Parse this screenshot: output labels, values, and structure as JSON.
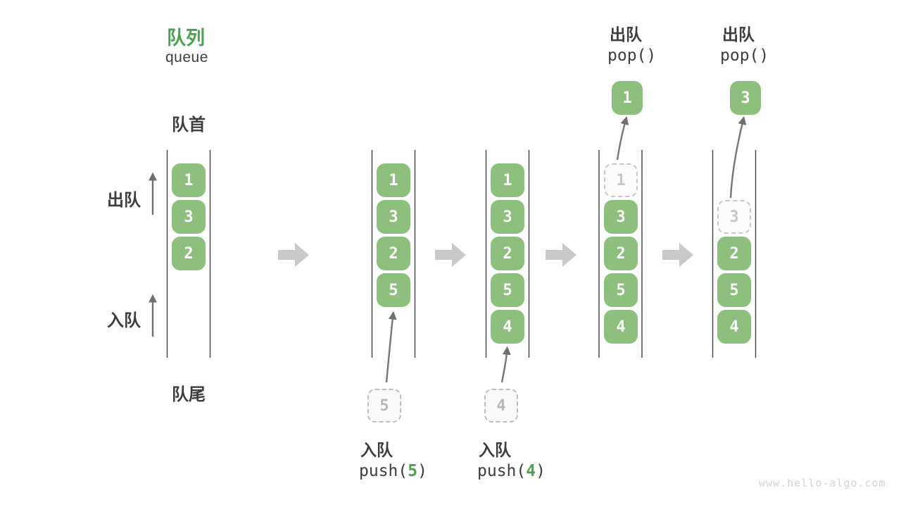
{
  "title": {
    "zh": "队列",
    "en": "queue"
  },
  "labels": {
    "front": "队首",
    "rear": "队尾",
    "dequeue": "出队",
    "enqueue": "入队"
  },
  "watermark": "www.hello-algo.com",
  "colors": {
    "box_green": "#8dc07d",
    "accent_green": "#4aa152",
    "block_arrow_gray": "#c9c9c9",
    "channel_line": "#3f3f3f",
    "arrow_gray": "#6f6f6f"
  },
  "steps": [
    {
      "name": "initial",
      "boxes": [
        "1",
        "3",
        "2"
      ]
    },
    {
      "name": "push-5",
      "boxes": [
        "1",
        "3",
        "2",
        "5"
      ],
      "pending": "5",
      "op_label": "入队",
      "code_pre": "push(",
      "code_arg": "5",
      "code_post": ")"
    },
    {
      "name": "push-4",
      "boxes": [
        "1",
        "3",
        "2",
        "5",
        "4"
      ],
      "pending": "4",
      "op_label": "入队",
      "code_pre": "push(",
      "code_arg": "4",
      "code_post": ")"
    },
    {
      "name": "pop-1",
      "ghost": "1",
      "boxes": [
        "3",
        "2",
        "5",
        "4"
      ],
      "popped": "1",
      "op_label": "出队",
      "code": "pop()"
    },
    {
      "name": "pop-3",
      "ghost": "3",
      "boxes": [
        "2",
        "5",
        "4"
      ],
      "popped": "3",
      "op_label": "出队",
      "code": "pop()"
    }
  ]
}
